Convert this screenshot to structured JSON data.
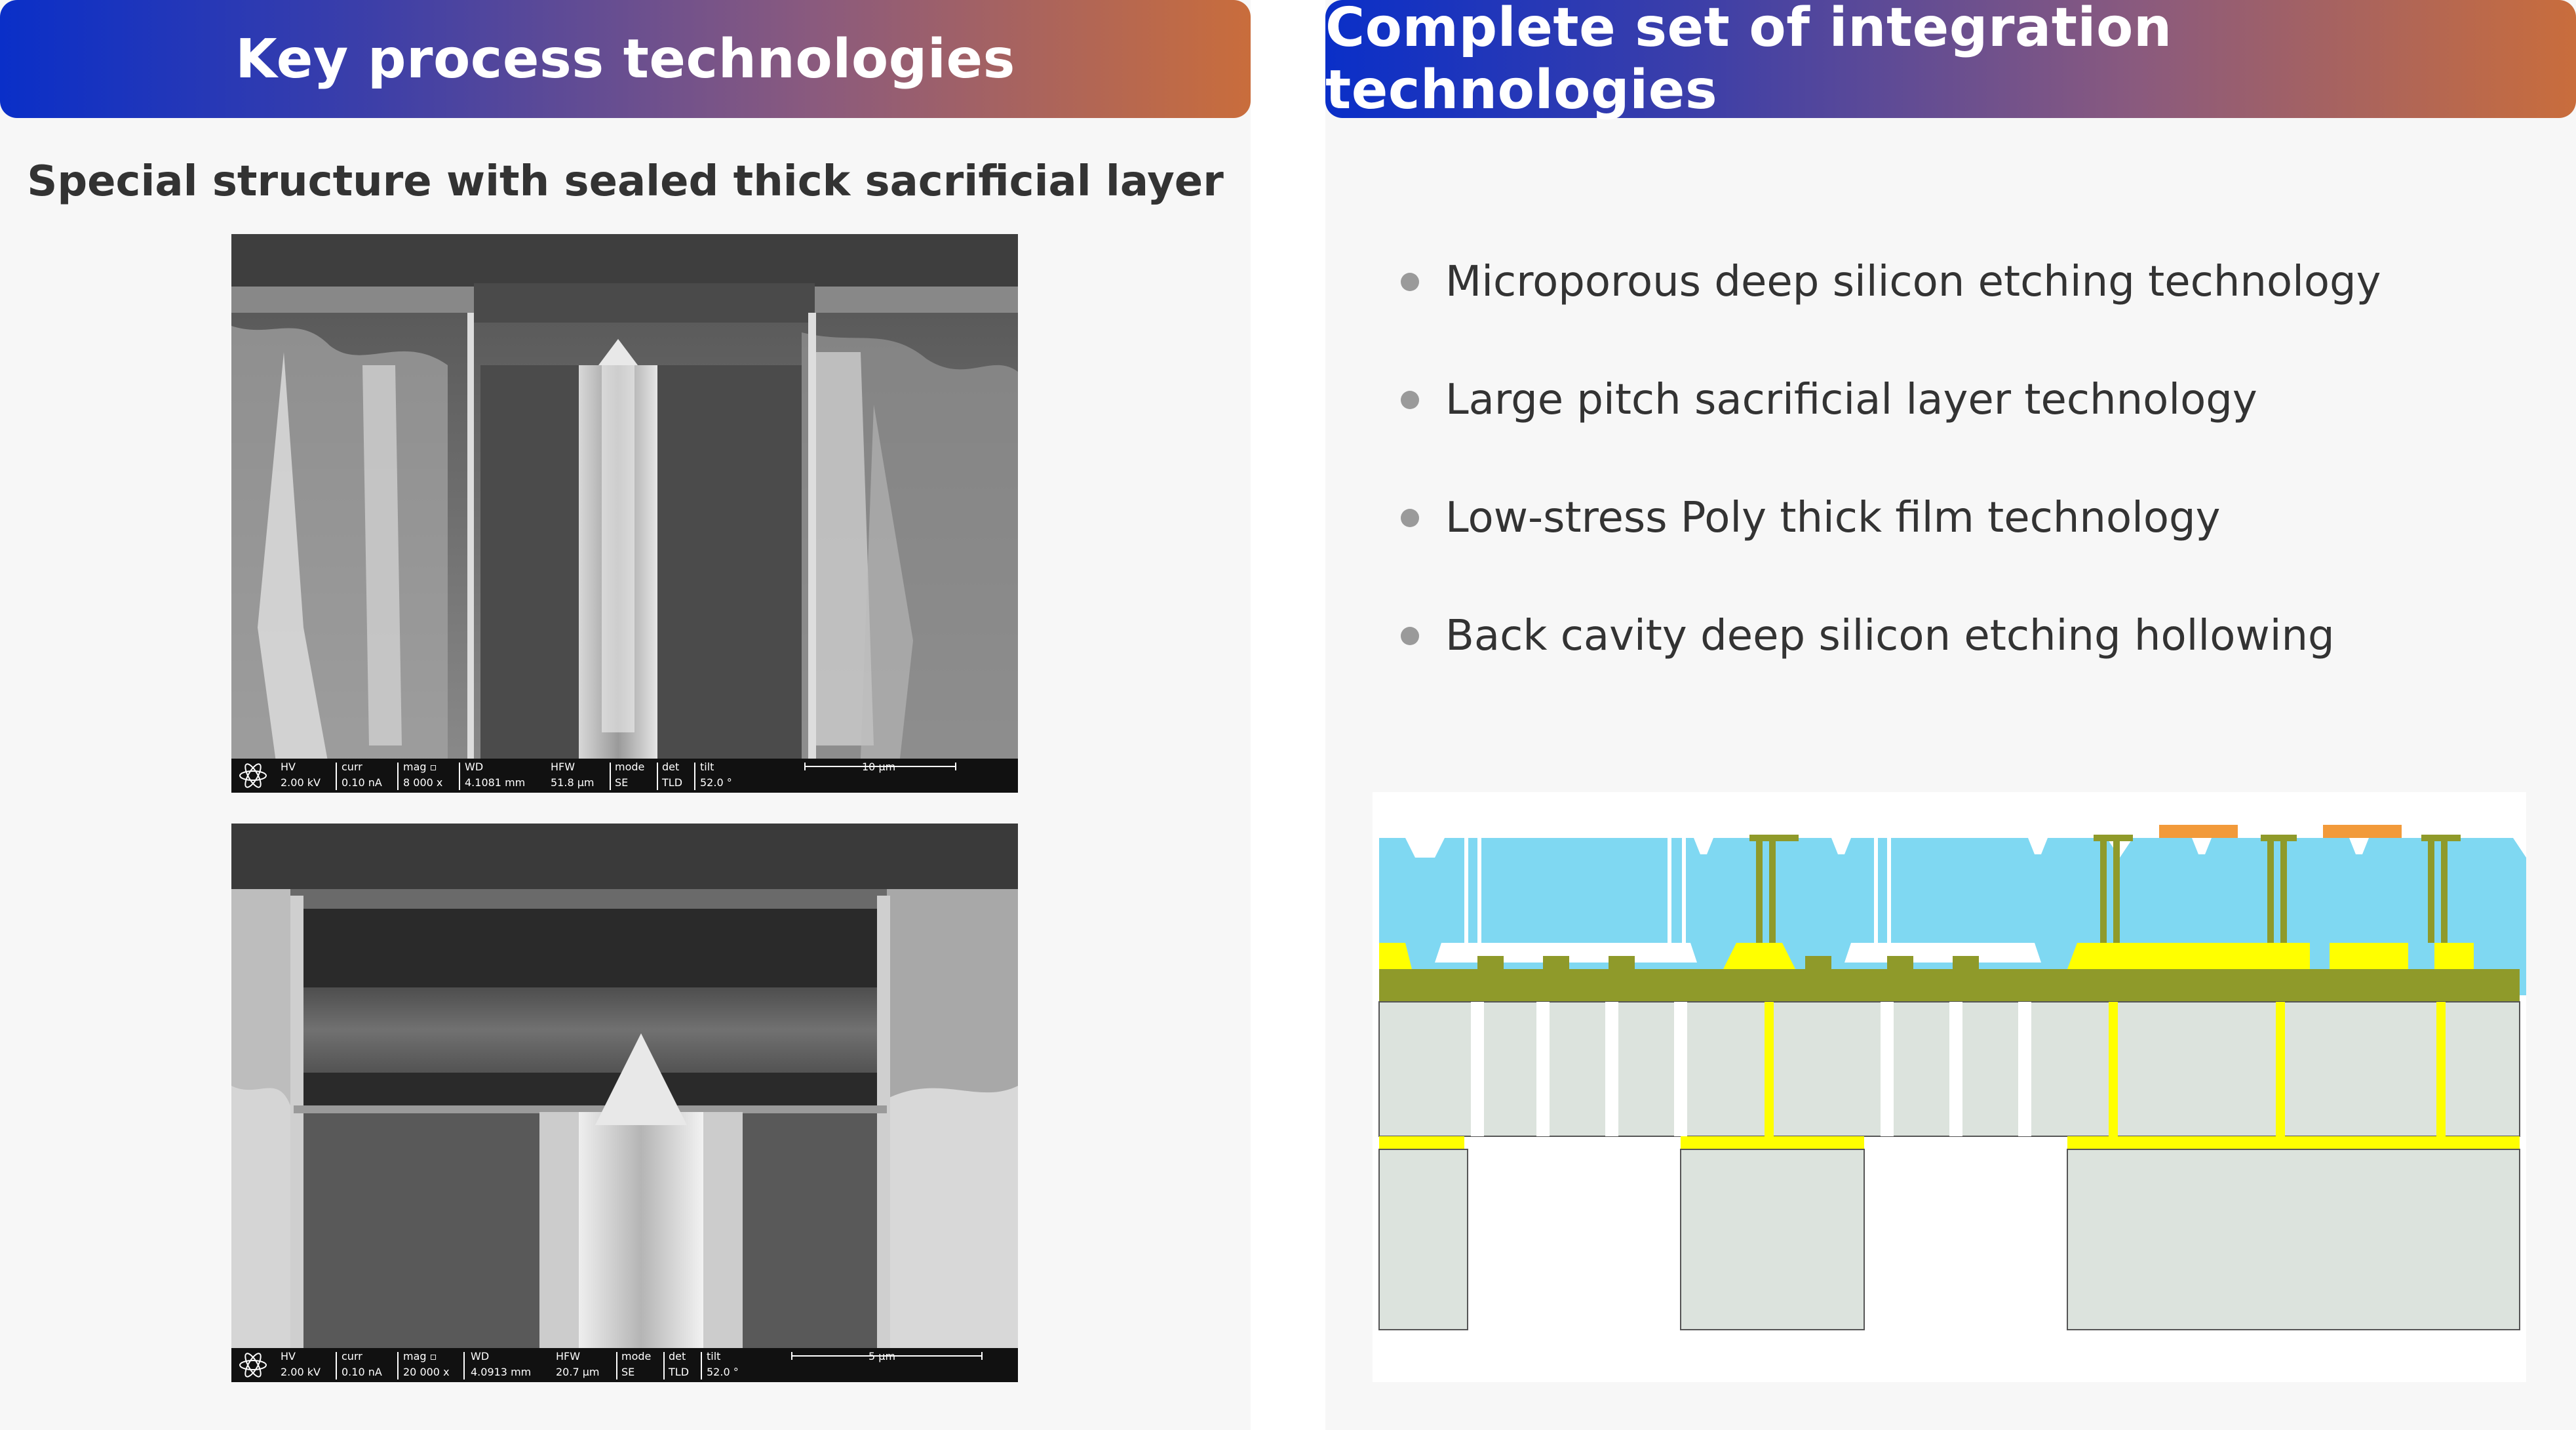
{
  "left": {
    "header": "Key process technologies",
    "subtitle": "Special structure with sealed thick sacrificial layer",
    "sem_top": {
      "labels": [
        "HV",
        "curr",
        "mag ▫",
        "WD",
        "HFW",
        "mode",
        "det",
        "tilt"
      ],
      "values": [
        "2.00 kV",
        "0.10 nA",
        "8 000 x",
        "4.1081 mm",
        "51.8 µm",
        "SE",
        "TLD",
        "52.0 °"
      ],
      "scale": "10 µm"
    },
    "sem_bottom": {
      "labels": [
        "HV",
        "curr",
        "mag ▫",
        "WD",
        "HFW",
        "mode",
        "det",
        "tilt"
      ],
      "values": [
        "2.00 kV",
        "0.10 nA",
        "20 000 x",
        "4.0913 mm",
        "20.7 µm",
        "SE",
        "TLD",
        "52.0 °"
      ],
      "scale": "5 µm"
    }
  },
  "right": {
    "header": "Complete set of integration technologies",
    "bullets": [
      "Microporous deep silicon etching technology",
      "Large pitch sacrificial layer technology",
      "Low-stress Poly thick film technology",
      "Back cavity deep silicon etching hollowing"
    ]
  },
  "colors": {
    "header_start": "#0a2fc8",
    "header_end": "#c96d3c",
    "oxide": "#7fd8f2",
    "poly": "#8f9a2a",
    "metal": "#ffff00",
    "silicon": "#dce3dd",
    "pad": "#f29a3a"
  },
  "icons": {
    "bullet": "dot-icon",
    "sem_logo": "atom-icon"
  }
}
